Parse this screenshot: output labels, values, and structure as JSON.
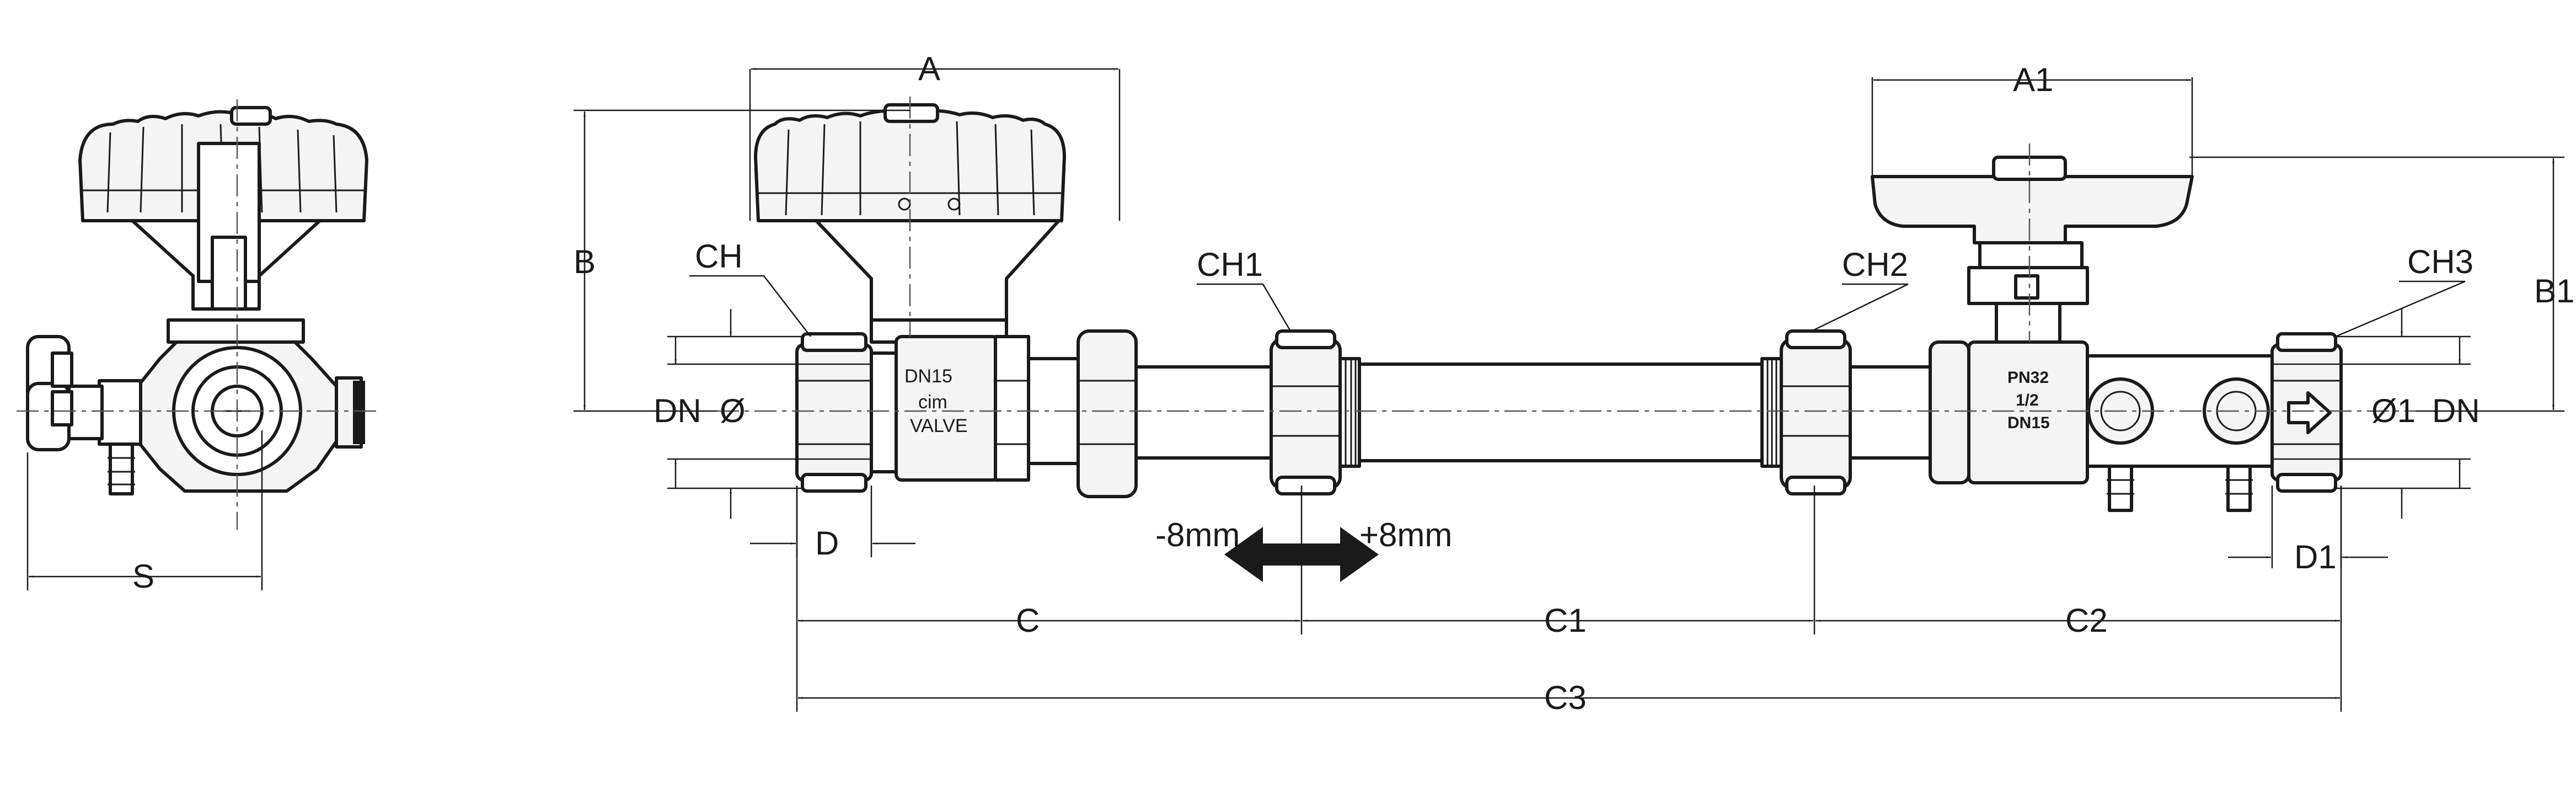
{
  "dimensions": {
    "A": "A",
    "A1": "A1",
    "B": "B",
    "B1": "B1",
    "C": "C",
    "C1": "C1",
    "C2": "C2",
    "C3": "C3",
    "D": "D",
    "D1": "D1",
    "S": "S",
    "CH": "CH",
    "CH1": "CH1",
    "CH2": "CH2",
    "CH3": "CH3",
    "dn_left": "DN",
    "dia_left": "Ø",
    "dia_right": "Ø1",
    "dn_right": "DN"
  },
  "adjustment": {
    "minus": "-8mm",
    "plus": "+8mm"
  },
  "valve_left": {
    "line1": "DN15",
    "logo": "cim",
    "line2": "VALVE"
  },
  "valve_right": {
    "line1": "PN32",
    "line2": "1/2",
    "line3": "DN15"
  }
}
